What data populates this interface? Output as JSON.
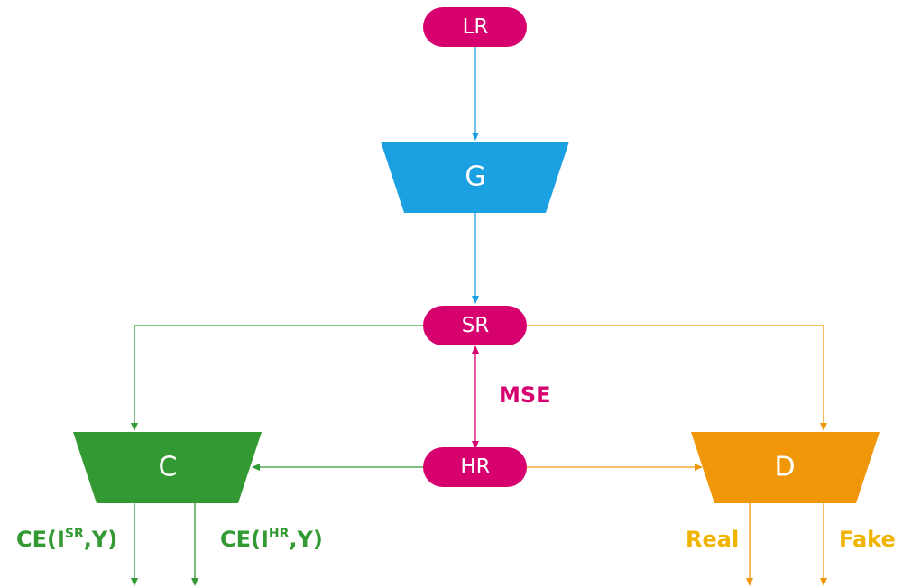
{
  "nodes": {
    "lr": "LR",
    "g": "G",
    "sr": "SR",
    "hr": "HR",
    "c": "C",
    "d": "D"
  },
  "labels": {
    "mse": "MSE",
    "ce_sr": {
      "prefix": "CE(I",
      "sup": "SR",
      "suffix": ",Y)"
    },
    "ce_hr": {
      "prefix": "CE(I",
      "sup": "HR",
      "suffix": ",Y)"
    },
    "real": "Real",
    "fake": "Fake"
  },
  "colors": {
    "pill": "#d6006f",
    "generator": "#1ba1e2",
    "classifier": "#339933",
    "discriminator": "#f09609",
    "real_fake_text": "#f0b400",
    "ce_text": "#339933",
    "mse_text": "#d6006f"
  }
}
